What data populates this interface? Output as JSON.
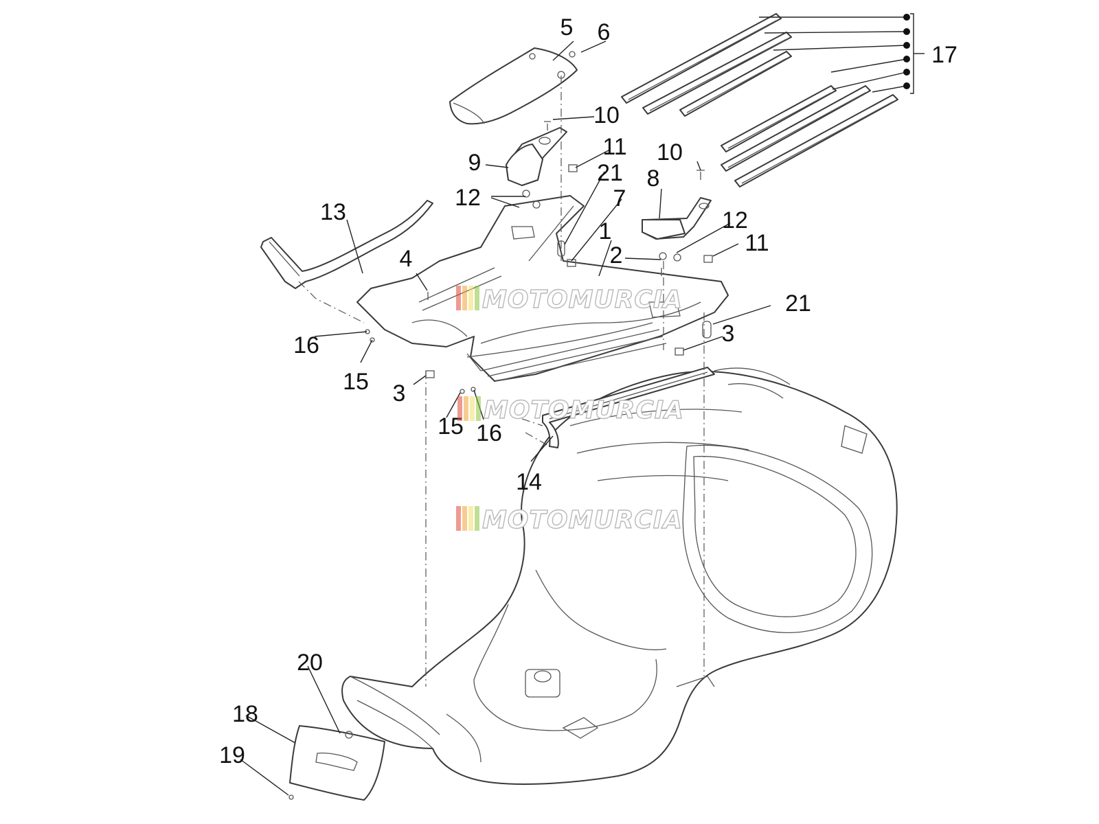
{
  "diagram": {
    "callouts": {
      "c1": "1",
      "c2": "2",
      "c3a": "3",
      "c3b": "3",
      "c4": "4",
      "c5": "5",
      "c6": "6",
      "c7": "7",
      "c8": "8",
      "c9": "9",
      "c10a": "10",
      "c10b": "10",
      "c11a": "11",
      "c11b": "11",
      "c12a": "12",
      "c12b": "12",
      "c13": "13",
      "c14": "14",
      "c15a": "15",
      "c15b": "15",
      "c16a": "16",
      "c16b": "16",
      "c17": "17",
      "c18": "18",
      "c19": "19",
      "c20": "20",
      "c21a": "21",
      "c21b": "21"
    },
    "watermark": "MOTOMURCIA",
    "colors": {
      "line": "#3a3a3a",
      "watermark_red": "#e04a3a",
      "watermark_orange": "#f2a33a",
      "watermark_yellow": "#f2df6a",
      "watermark_green": "#8cc63f"
    }
  }
}
